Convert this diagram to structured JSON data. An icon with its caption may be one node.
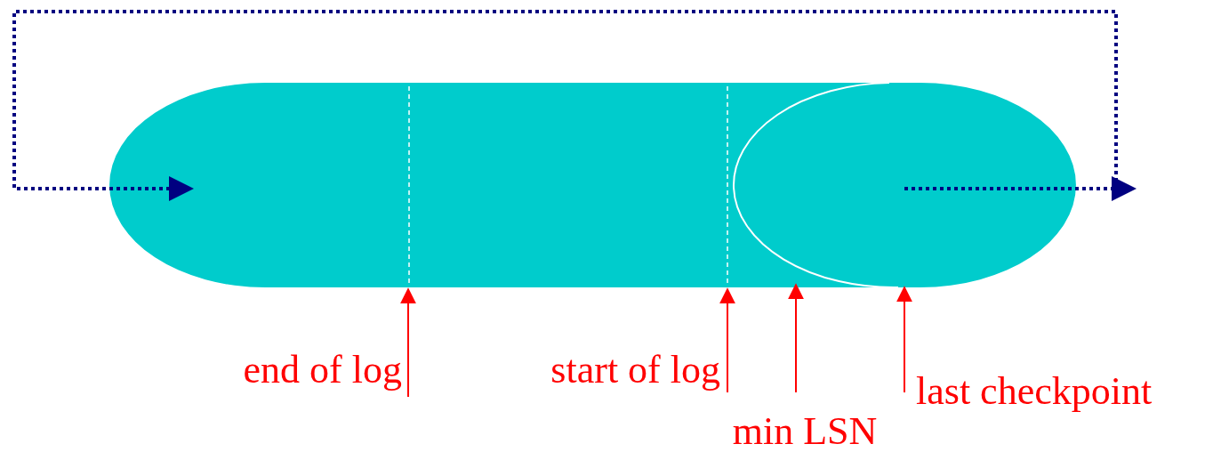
{
  "diagram": {
    "nodes": [
      {
        "text": [],
        "shape": "capsule"
      },
      {
        "text": [
          "end of log"
        ]
      },
      {
        "text": [
          "start of log"
        ]
      },
      {
        "text": [
          "min LSN"
        ]
      },
      {
        "text": [
          "last checkpoint"
        ]
      }
    ],
    "edges": [
      {
        "from": 1,
        "to": 0,
        "arrow": "to",
        "color": "#ff0000"
      },
      {
        "from": 2,
        "to": 0,
        "arrow": "to",
        "color": "#ff0000"
      },
      {
        "from": 3,
        "to": 0,
        "arrow": "to",
        "color": "#ff0000"
      },
      {
        "from": 4,
        "to": 0,
        "arrow": "to",
        "color": "#ff0000"
      }
    ]
  }
}
